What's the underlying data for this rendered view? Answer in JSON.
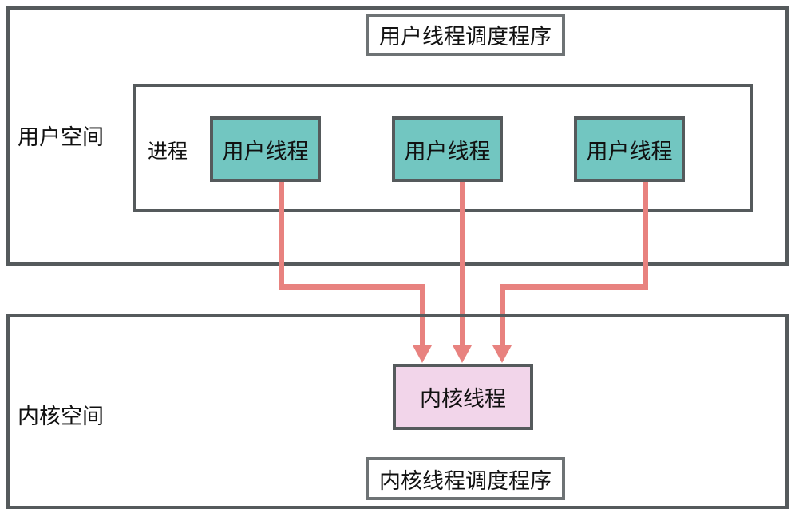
{
  "diagram": {
    "title_alt": "User-level threads mapped onto a single kernel thread (many-to-one model)",
    "user_space": {
      "label": "用户空间",
      "scheduler_label": "用户线程调度程序",
      "process": {
        "label": "进程",
        "threads": [
          {
            "label": "用户线程"
          },
          {
            "label": "用户线程"
          },
          {
            "label": "用户线程"
          }
        ]
      }
    },
    "kernel_space": {
      "label": "内核空间",
      "kernel_thread_label": "内核线程",
      "scheduler_label": "内核线程调度程序"
    },
    "connectors": {
      "count": 3,
      "description": "三条用户线程到内核线程的映射箭头"
    },
    "colors": {
      "user_thread_fill": "#72c6c1",
      "kernel_thread_fill": "#f2d5ea",
      "border": "#555a5c",
      "scheduler_border": "#6e7375",
      "connector": "#e8827f",
      "text": "#111111",
      "background": "#ffffff"
    }
  }
}
